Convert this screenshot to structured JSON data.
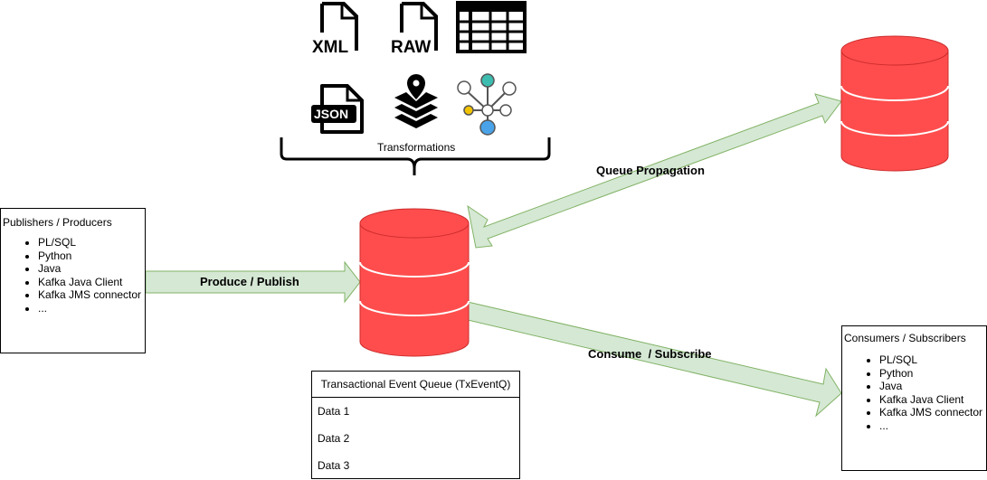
{
  "icons": {
    "xml_text": "XML",
    "raw_text": "RAW",
    "json_text": "JSON",
    "names": [
      "xml-file-icon",
      "raw-file-icon",
      "table-icon",
      "json-file-icon",
      "layers-location-icon",
      "network-graph-icon"
    ]
  },
  "transformations_label": "Transformations",
  "publishers": {
    "title": "Publishers / Producers",
    "items": [
      "PL/SQL",
      "Python",
      "Java",
      "Kafka Java Client",
      "Kafka JMS connector",
      "..."
    ]
  },
  "consumers": {
    "title": "Consumers / Subscribers",
    "items": [
      "PL/SQL",
      "Python",
      "Java",
      "Kafka Java Client",
      "Kafka JMS connector",
      "..."
    ]
  },
  "arrows": {
    "produce": "Produce / Publish",
    "propagation": "Queue Propagation",
    "consume": "Consume  / Subscribe"
  },
  "queue": {
    "title": "Transactional Event Queue (TxEventQ)",
    "rows": [
      "Data 1",
      "Data 2",
      "Data 3"
    ]
  },
  "colors": {
    "db_fill": "#ff4d4d",
    "arrow_fill": "#d5e8d4",
    "arrow_stroke": "#82b366",
    "teal": "#3dbdb0",
    "yellow": "#f2c300",
    "blue": "#4aa3e8"
  }
}
